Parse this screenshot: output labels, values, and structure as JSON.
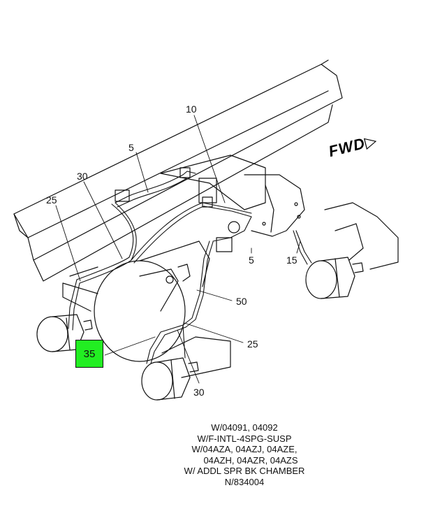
{
  "callouts": {
    "c10": "10",
    "c5a": "5",
    "c30a": "30",
    "c25a": "25",
    "c5b": "5",
    "c15": "15",
    "c50": "50",
    "c25b": "25",
    "c35": "35",
    "c30b": "30"
  },
  "fwd_label": "FWD",
  "notes": [
    "W/04091, 04092",
    "W/F-INTL-4SPG-SUSP",
    "W/04AZA, 04AZJ, 04AZE,",
    "04AZH, 04AZR, 04AZS",
    "W/ ADDL SPR BK CHAMBER",
    "N/834004"
  ],
  "colors": {
    "hotspot": "#22ee22",
    "line": "#111111"
  }
}
